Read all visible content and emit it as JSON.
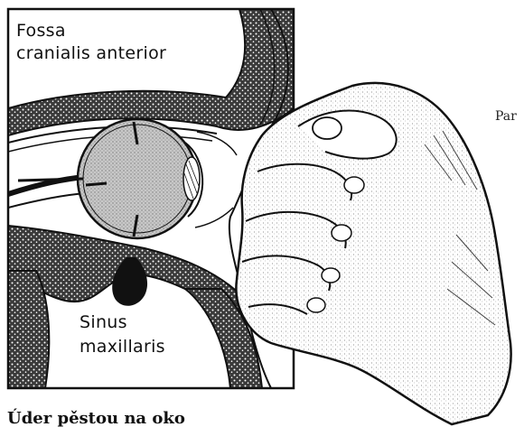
{
  "labels": {
    "fossa_line1": "Fossa",
    "fossa_line2": "cranialis anterior",
    "sinus_line1": "Sinus",
    "sinus_line2": "maxillaris",
    "side_text": "Par",
    "caption": "Úder pěstou na oko"
  },
  "colors": {
    "ink": "#111111",
    "bone_dark": "#2a2a2a",
    "eye_gray": "#b9b9b9",
    "paper": "#ffffff"
  }
}
